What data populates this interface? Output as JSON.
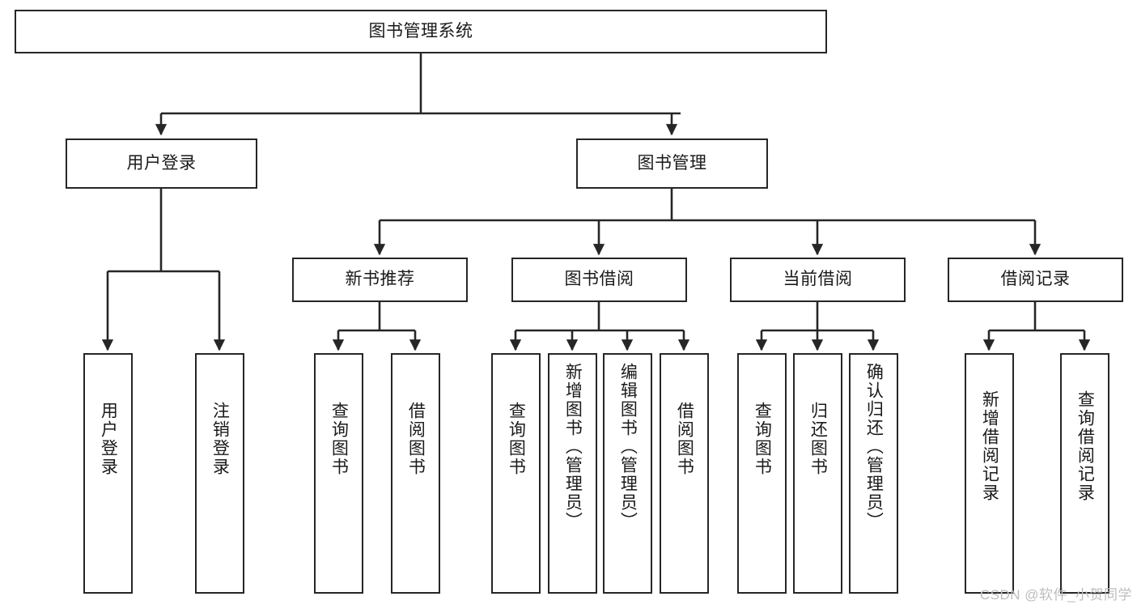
{
  "diagram": {
    "title_node": {
      "label": "图书管理系统"
    },
    "level2": [
      {
        "id": "user-login",
        "label": "用户登录"
      },
      {
        "id": "book-management",
        "label": "图书管理"
      }
    ],
    "level3": [
      {
        "id": "new-book-recommend",
        "label": "新书推荐"
      },
      {
        "id": "book-borrow",
        "label": "图书借阅"
      },
      {
        "id": "current-borrow",
        "label": "当前借阅"
      },
      {
        "id": "borrow-record",
        "label": "借阅记录"
      }
    ],
    "leaves": [
      {
        "id": "leaf-user-login",
        "label": "用户登录",
        "parent": "user-login"
      },
      {
        "id": "leaf-logout",
        "label": "注销登录",
        "parent": "user-login"
      },
      {
        "id": "leaf-query-book-1",
        "label": "查询图书",
        "parent": "new-book-recommend"
      },
      {
        "id": "leaf-borrow-book-1",
        "label": "借阅图书",
        "parent": "new-book-recommend"
      },
      {
        "id": "leaf-query-book-2",
        "label": "查询图书",
        "parent": "book-borrow"
      },
      {
        "id": "leaf-add-book",
        "label": "新增图书（管理员）",
        "parent": "book-borrow"
      },
      {
        "id": "leaf-edit-book",
        "label": "编辑图书（管理员）",
        "parent": "book-borrow"
      },
      {
        "id": "leaf-borrow-book-2",
        "label": "借阅图书",
        "parent": "book-borrow"
      },
      {
        "id": "leaf-query-book-3",
        "label": "查询图书",
        "parent": "current-borrow"
      },
      {
        "id": "leaf-return-book",
        "label": "归还图书",
        "parent": "current-borrow"
      },
      {
        "id": "leaf-confirm-return",
        "label": "确认归还（管理员）",
        "parent": "current-borrow"
      },
      {
        "id": "leaf-add-record",
        "label": "新增借阅记录",
        "parent": "borrow-record"
      },
      {
        "id": "leaf-query-record",
        "label": "查询借阅记录",
        "parent": "borrow-record"
      }
    ],
    "colors": {
      "stroke": "#262626",
      "fill": "#ffffff",
      "text": "#1a1a1a",
      "watermark": "#bdbdbd"
    }
  },
  "watermark": {
    "text": "CSDN @软件_小贺同学"
  }
}
